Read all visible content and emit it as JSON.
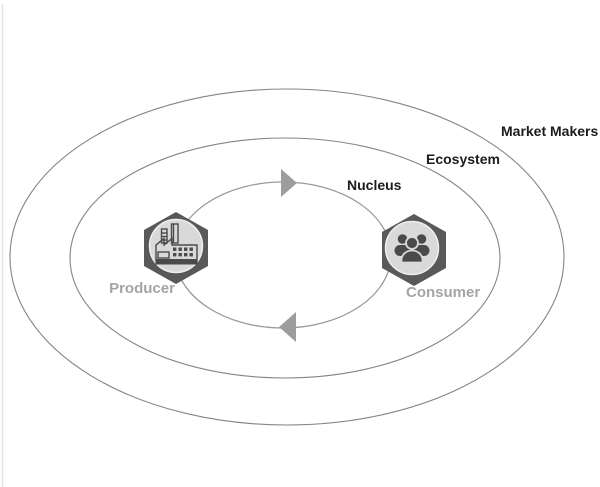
{
  "figure": {
    "type": "concentric-ellipse-cycle-diagram",
    "rings": [
      {
        "name": "market-makers",
        "label": "Market Makers"
      },
      {
        "name": "ecosystem",
        "label": "Ecosystem"
      },
      {
        "name": "nucleus",
        "label": "Nucleus"
      }
    ],
    "nodes": [
      {
        "name": "producer",
        "label": "Producer",
        "icon": "factory-icon"
      },
      {
        "name": "consumer",
        "label": "Consumer",
        "icon": "people-icon"
      }
    ],
    "arrows": [
      {
        "position": "top",
        "direction": "right"
      },
      {
        "position": "bottom",
        "direction": "left"
      }
    ],
    "colors": {
      "ring_stroke": "#848484",
      "inner_ring_stroke": "#9a9a9a",
      "arrow": "#9d9d9d",
      "hexagon": "#595959",
      "icon_circle": "#d9d9d9",
      "icon_glyph": "#4a4a4a",
      "ring_label": "#1c1c1c",
      "node_label": "#a4a4a4",
      "page_edge": "#e4e4e4"
    }
  }
}
